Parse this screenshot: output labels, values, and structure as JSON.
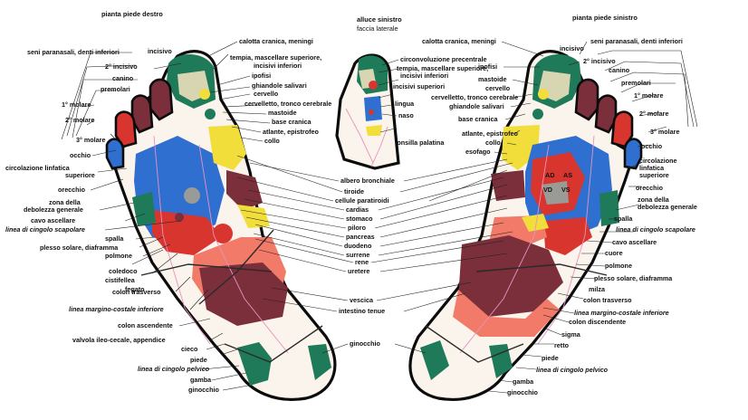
{
  "titles": {
    "right_foot": "pianta piede destro",
    "hallux_line1": "alluce sinistro",
    "hallux_line2": "faccia laterale",
    "left_foot": "pianta piede sinistro"
  },
  "colors": {
    "green": "#1f7a5a",
    "blue": "#2f6fd0",
    "red": "#d8352f",
    "salmon": "#f27a68",
    "maroon": "#7b2f3a",
    "yellow": "#f2de3a",
    "grey": "#9a9a96",
    "pink": "#e593bf",
    "outline": "#0c0c0c"
  },
  "labels": {
    "seni_paranasali_dx": "seni paranasali, denti inferiori",
    "incisivo_dx": "incisivo",
    "incisivo2_dx": "2° incisivo",
    "canino_dx": "canino",
    "premolari_dx": "premolari",
    "molare1_dx": "1° molare",
    "molare2_dx": "2° molare",
    "molare3_dx": "3° molare",
    "occhio_dx": "occhio",
    "circolazione_dx_1": "circolazione linfatica",
    "circolazione_dx_2": "superiore",
    "orecchio_dx": "orecchio",
    "zona_dx_1": "zona della",
    "zona_dx_2": "debolezza generale",
    "cavo_ascellare_dx": "cavo ascellare",
    "linea_scapolare_dx": "linea di cingolo scapolare",
    "spalla_dx": "spalla",
    "plesso_dx": "plesso solare, diaframma",
    "polmone_dx": "polmone",
    "coledoco": "coledoco",
    "cistifellea": "cistifellea",
    "fegato": "fegato",
    "colon_trasverso_dx": "colon trasverso",
    "linea_costale_dx": "linea margino-costale inferiore",
    "colon_ascendente": "colon ascendente",
    "valvola": "valvola ileo-cecale, appendice",
    "cieco": "cieco",
    "piede_dx": "piede",
    "linea_pelvico_dx": "linea di cingolo pelvico",
    "gamba_dx": "gamba",
    "ginocchio_dx": "ginocchio",
    "calotta_dx": "calotta cranica, meningi",
    "tempia_dx_1": "tempia, mascellare superiore,",
    "tempia_dx_2": "incisivi inferiori",
    "ipofisi_dx": "ipofisi",
    "ghiandole_dx": "ghiandole salivari",
    "cervello_dx": "cervello",
    "cervelletto_dx": "cervelletto, tronco cerebrale",
    "mastoide_dx": "mastoide",
    "base_cranica_dx": "base cranica",
    "atlante_dx": "atlante, epistrofeo",
    "collo_dx": "collo",
    "circonvoluzione": "circonvoluzione precentrale",
    "tempia_c_1": "tempia, mascellare superiore,",
    "tempia_c_2": "incisivi inferiori",
    "incisivi_sup": "incisivi superiori",
    "lingua": "lingua",
    "naso": "naso",
    "tonsilla": "tonsilla palatina",
    "albero": "albero bronchiale",
    "tiroide": "tiroide",
    "paratiroidi": "cellule paratiroidi",
    "cardias": "cardias",
    "stomaco": "stomaco",
    "piloro": "piloro",
    "pancreas": "pancreas",
    "duodeno": "duodeno",
    "surrene": "surrene",
    "rene": "rene",
    "uretere": "uretere",
    "vescica": "vescica",
    "intestino": "intestino tenue",
    "ginocchio_c": "ginocchio",
    "calotta_sx": "calotta cranica, meningi",
    "incisivo_sx": "incisivo",
    "seni_sx": "seni paranasali, denti inferiori",
    "ipofisi_sx": "ipofisi",
    "incisivo2_sx": "2° incisivo",
    "canino_sx": "canino",
    "mastoide_sx": "mastoide",
    "premolari_sx": "premolari",
    "cervello_sx": "cervello",
    "cervelletto_sx": "cervelletto, tronco cerebrale",
    "ghiandole_sx": "ghiandole salivari",
    "molare1_sx": "1° molare",
    "base_cranica_sx": "base cranica",
    "molare2_sx": "2° molare",
    "molare3_sx": "3° molare",
    "atlante_sx": "atlante, epistrofeo",
    "collo_sx": "collo",
    "esofago": "esofago",
    "occhio_sx": "occhio",
    "circolazione_sx_1": "circolazione",
    "circolazione_sx_2": "linfatica",
    "circolazione_sx_3": "superiore",
    "orecchio_sx": "orecchio",
    "zona_sx_1": "zona della",
    "zona_sx_2": "debolezza generale",
    "spalla_sx": "spalla",
    "linea_scapolare_sx": "linea di cingolo scapolare",
    "cavo_ascellare_sx": "cavo ascellare",
    "cuore": "cuore",
    "polmone_sx": "polmone",
    "plesso_sx": "plesso solare, diaframma",
    "milza": "milza",
    "colon_trasverso_sx": "colon trasverso",
    "linea_costale_sx": "linea margino-costale inferiore",
    "colon_discendente": "colon discendente",
    "sigma": "sigma",
    "retto": "retto",
    "piede_sx": "piede",
    "linea_pelvico_sx": "linea di cingolo pelvico",
    "gamba_sx": "gamba",
    "ginocchio_sx": "ginocchio"
  },
  "heart_marks": {
    "ad": "AD",
    "as": "AS",
    "vd": "VD",
    "vs": "VS"
  }
}
